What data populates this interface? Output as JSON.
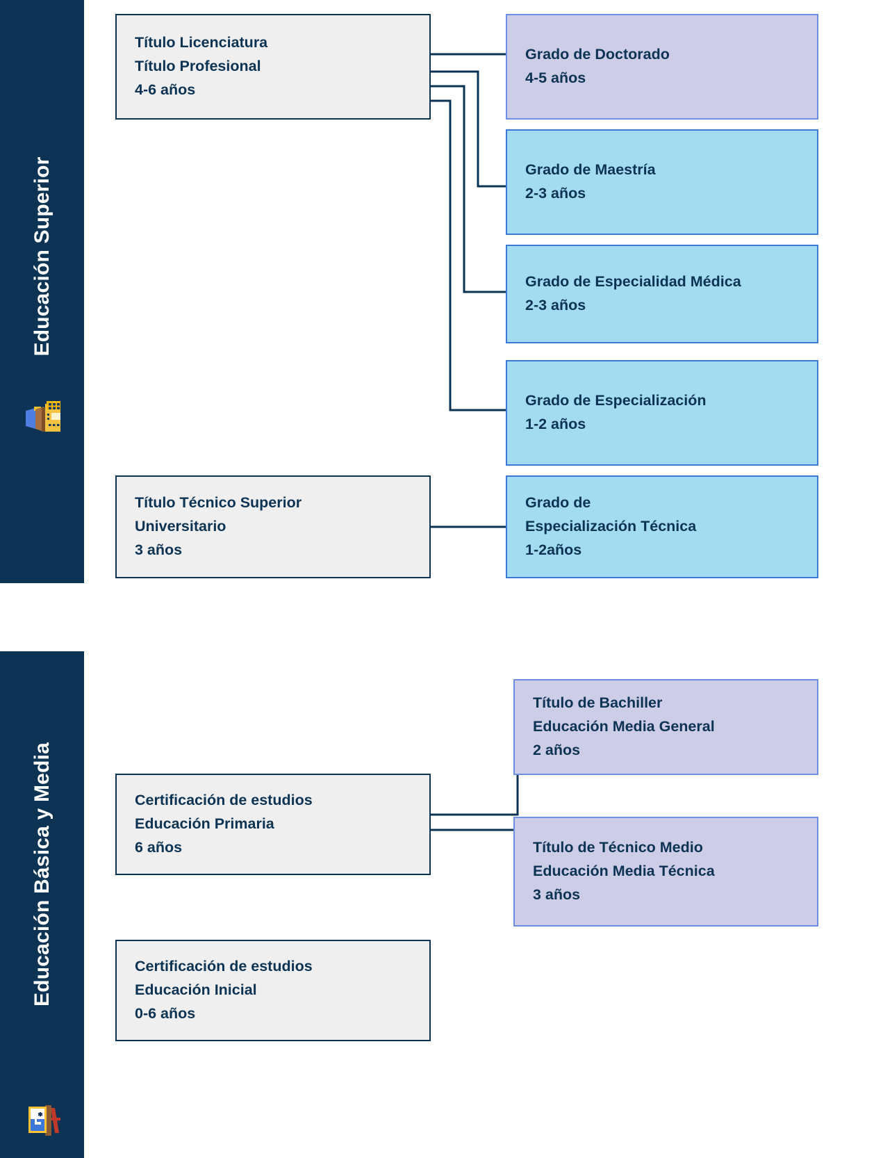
{
  "diagram": {
    "type": "flowchart",
    "title": "Sistema educativo - rutas de titulación",
    "colors": {
      "rail": "#0C3353",
      "text": "#0C3353",
      "grey_fill": "#EFEFEF",
      "grey_border": "#0C3353",
      "blue_fill": "#A3DCF1",
      "blue_border": "#3C78D8",
      "lavender_fill": "#CDCDE7",
      "lavender_border": "#6E8FE8",
      "connector": "#0C3353",
      "page_background": "#FFFFFF"
    }
  },
  "sections": [
    {
      "id": "superior",
      "label": "Educación Superior",
      "icon": "university-building-icon"
    },
    {
      "id": "basica",
      "label": "Educación Básica y Media",
      "icon": "school-classroom-icon"
    }
  ],
  "nodes": {
    "licenciatura": {
      "style": "grey",
      "lines": [
        "Título Licenciatura",
        "Título Profesional",
        "4-6 años"
      ]
    },
    "doctorado": {
      "style": "lavender",
      "lines": [
        "Grado de Doctorado",
        "4-5 años"
      ]
    },
    "maestria": {
      "style": "blue",
      "lines": [
        "Grado de Maestría",
        "2-3 años"
      ]
    },
    "especialidad_medica": {
      "style": "blue",
      "lines": [
        "Grado de Especialidad Médica",
        "2-3 años"
      ]
    },
    "especializacion": {
      "style": "blue",
      "lines": [
        "Grado de Especialización",
        "1-2 años"
      ]
    },
    "tecnico_superior": {
      "style": "grey",
      "lines": [
        "Título Técnico Superior",
        "Universitario",
        "3 años"
      ]
    },
    "especializacion_tecnica": {
      "style": "blue",
      "lines": [
        "Grado de",
        "Especialización Técnica",
        "1-2años"
      ]
    },
    "primaria": {
      "style": "grey",
      "lines": [
        "Certificación de estudios",
        "Educación Primaria",
        "6 años"
      ]
    },
    "bachiller": {
      "style": "lavender",
      "lines": [
        "Título de Bachiller",
        "Educación Media General",
        "2 años"
      ]
    },
    "tecnico_medio": {
      "style": "lavender",
      "lines": [
        "Título de Técnico Medio",
        "Educación Media Técnica",
        "3 años"
      ]
    },
    "inicial": {
      "style": "grey",
      "lines": [
        "Certificación de estudios",
        "Educación Inicial",
        "0-6 años"
      ]
    }
  },
  "edges": [
    {
      "from": "licenciatura",
      "to": "doctorado"
    },
    {
      "from": "licenciatura",
      "to": "maestria"
    },
    {
      "from": "licenciatura",
      "to": "especialidad_medica"
    },
    {
      "from": "licenciatura",
      "to": "especializacion"
    },
    {
      "from": "tecnico_superior",
      "to": "especializacion_tecnica"
    },
    {
      "from": "primaria",
      "to": "bachiller"
    },
    {
      "from": "primaria",
      "to": "tecnico_medio"
    }
  ]
}
